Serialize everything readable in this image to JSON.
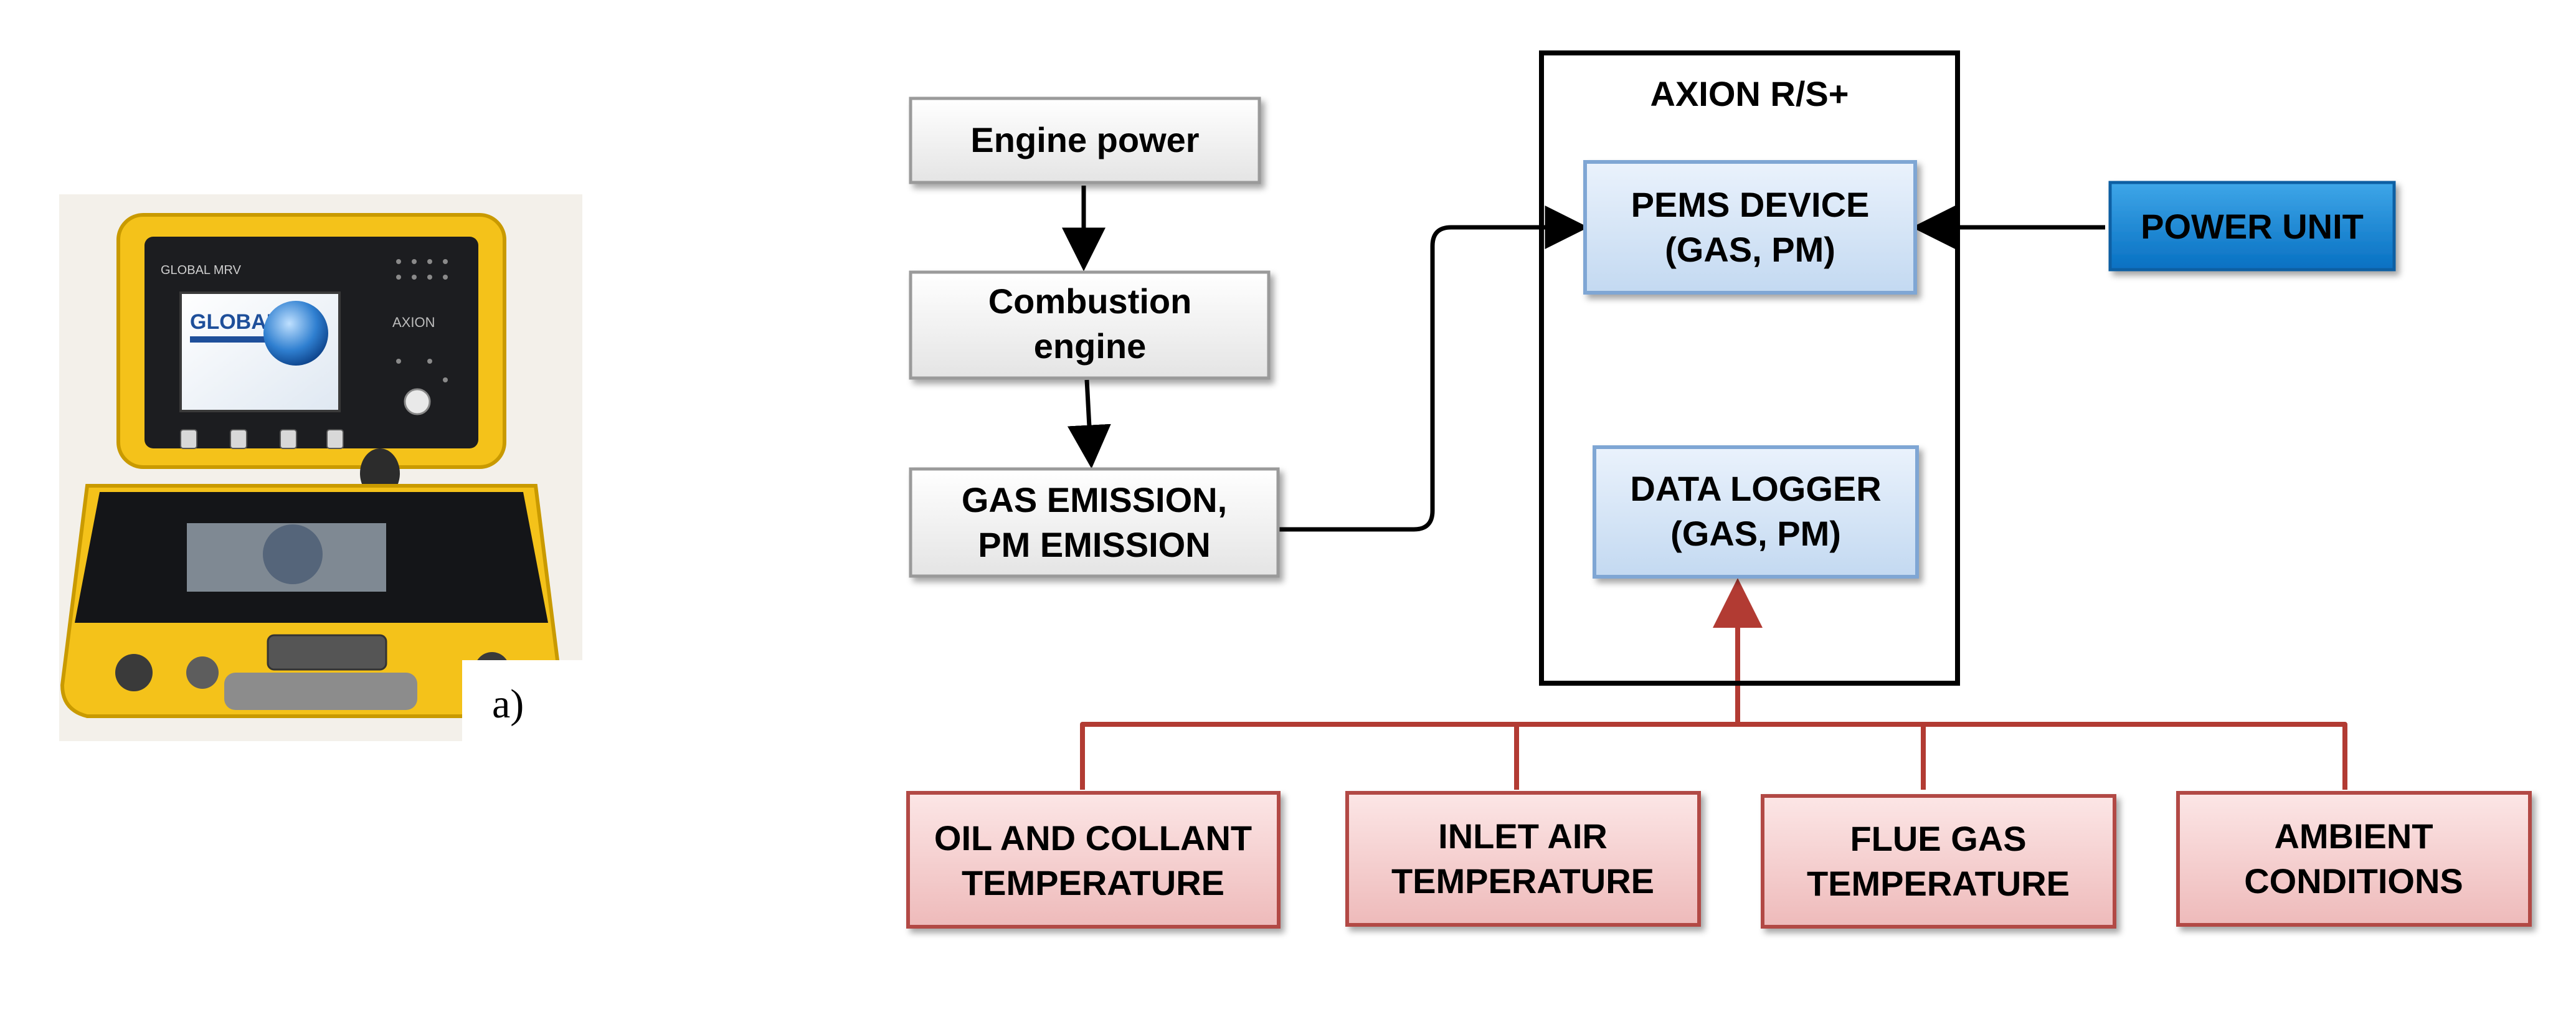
{
  "photo": {
    "label": "a)",
    "device_screen_text": "GLOBAL",
    "device_panel_brand": "GLOBAL MRV",
    "device_panel_model": "AXION"
  },
  "diagram": {
    "container_title": "AXION R/S+",
    "nodes": {
      "engine_power": [
        "Engine power"
      ],
      "combustion_engine": [
        "Combustion",
        "engine"
      ],
      "gas_emission": [
        "GAS EMISSION,",
        "PM EMISSION"
      ],
      "pems_device": [
        "PEMS DEVICE",
        "(GAS, PM)"
      ],
      "power_unit": [
        "POWER UNIT"
      ],
      "data_logger": [
        "DATA LOGGER",
        "(GAS, PM)"
      ],
      "oil_coolant": [
        "OIL AND COLLANT",
        "TEMPERATURE"
      ],
      "inlet_air": [
        "INLET AIR",
        "TEMPERATURE"
      ],
      "flue_gas": [
        "FLUE GAS",
        "TEMPERATURE"
      ],
      "ambient": [
        "AMBIENT",
        "CONDITIONS"
      ]
    }
  },
  "colors": {
    "gray_box_top": "#ffffff",
    "gray_box_bottom": "#e6e6e6",
    "gray_box_border": "#9a9a9a",
    "blue_box_top": "#e8f1fb",
    "blue_box_bottom": "#c6dbf2",
    "blue_box_border": "#7fa6d4",
    "power_unit_top": "#3aa3e6",
    "power_unit_bottom": "#0a73c4",
    "power_unit_border": "#0a5ea3",
    "red_box_top": "#fbe3e3",
    "red_box_bottom": "#efbcbc",
    "red_box_border": "#b24a45",
    "red_line": "#b23b33",
    "black_line": "#000000",
    "case_yellow": "#f4c21a"
  }
}
